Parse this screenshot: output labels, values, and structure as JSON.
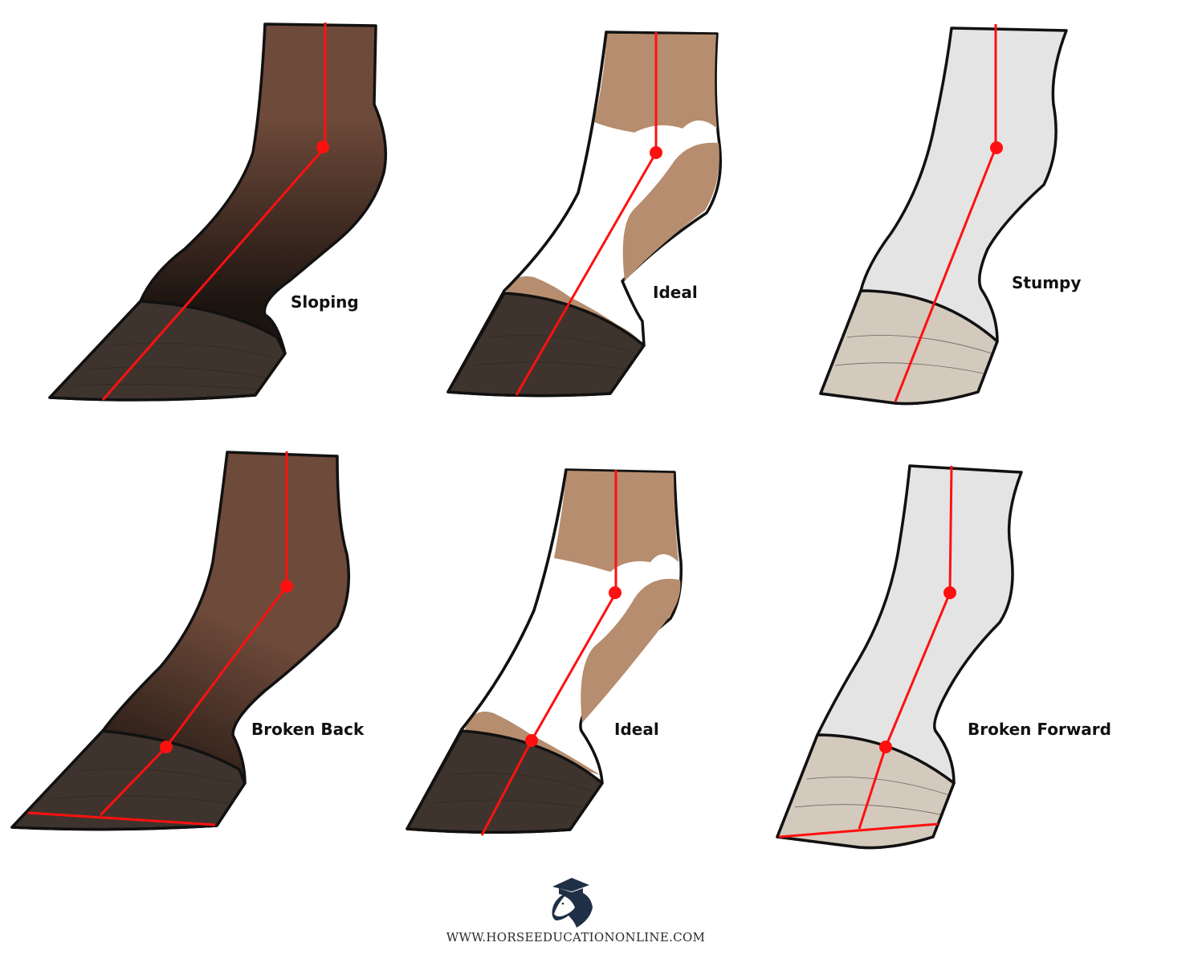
{
  "title": "Hoof-pastern axis comparison",
  "labels": {
    "sloping": "Sloping",
    "ideal_top": "Ideal",
    "stumpy": "Stumpy",
    "broken_back": "Broken Back",
    "ideal_bottom": "Ideal",
    "broken_forward": "Broken Forward"
  },
  "footer": {
    "logo": "horse-graduation-cap-logo",
    "url": "WWW.HORSEEDUCATIONONLINE.COM"
  },
  "colors": {
    "axis_line": "#ff1010",
    "dark_leg_top": "#6e4a3a",
    "dark_leg_bottom": "#1c1410",
    "tan_patch": "#b68d6e",
    "grey_leg": "#e4e4e4",
    "dark_hoof": "#3e342d",
    "light_hoof": "#d3c9bd",
    "logo_navy": "#1f2f45"
  }
}
